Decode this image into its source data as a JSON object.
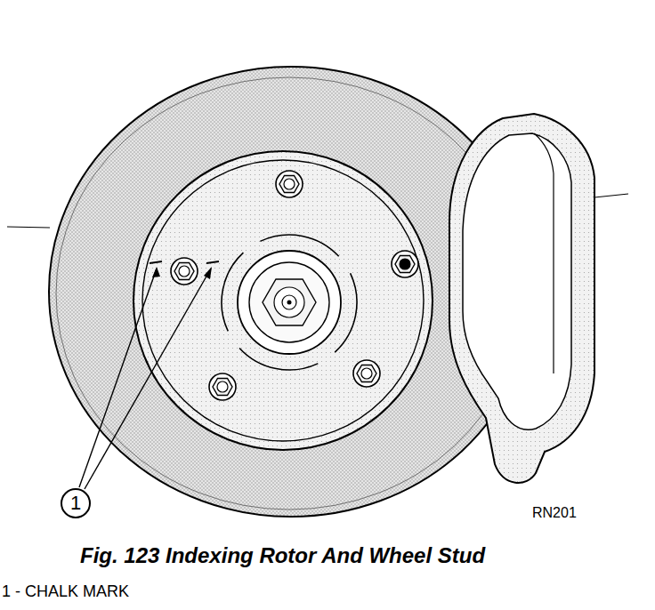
{
  "diagram": {
    "caption": "Fig. 123 Indexing Rotor And Wheel Stud",
    "nodes": [
      {
        "text": [
          "1"
        ]
      }
    ],
    "labels": [
      "RN201",
      "1 - CHALK MARK"
    ]
  }
}
